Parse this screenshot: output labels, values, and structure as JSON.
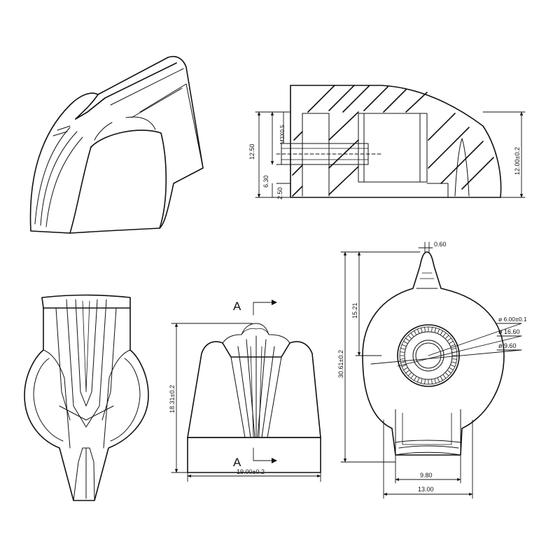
{
  "dimensions": {
    "side_12_50": "12.50",
    "side_6_30": "6.30",
    "side_2_50": "2.50",
    "side_m3": "M3X0.5",
    "side_12_00": "12.00±0.2",
    "front_18_31": "18.31±0.2",
    "front_19_00": "19.00±0.2",
    "top_0_60": "0.60",
    "top_30_61": "30.61±0.2",
    "top_15_21": "15.21",
    "top_d6": "ø 6.00±0.1",
    "top_d16": "ø 16.60",
    "top_d9": "ø 9.60",
    "top_9_80": "9.80",
    "top_13_00": "13.00"
  },
  "section_label": "A"
}
